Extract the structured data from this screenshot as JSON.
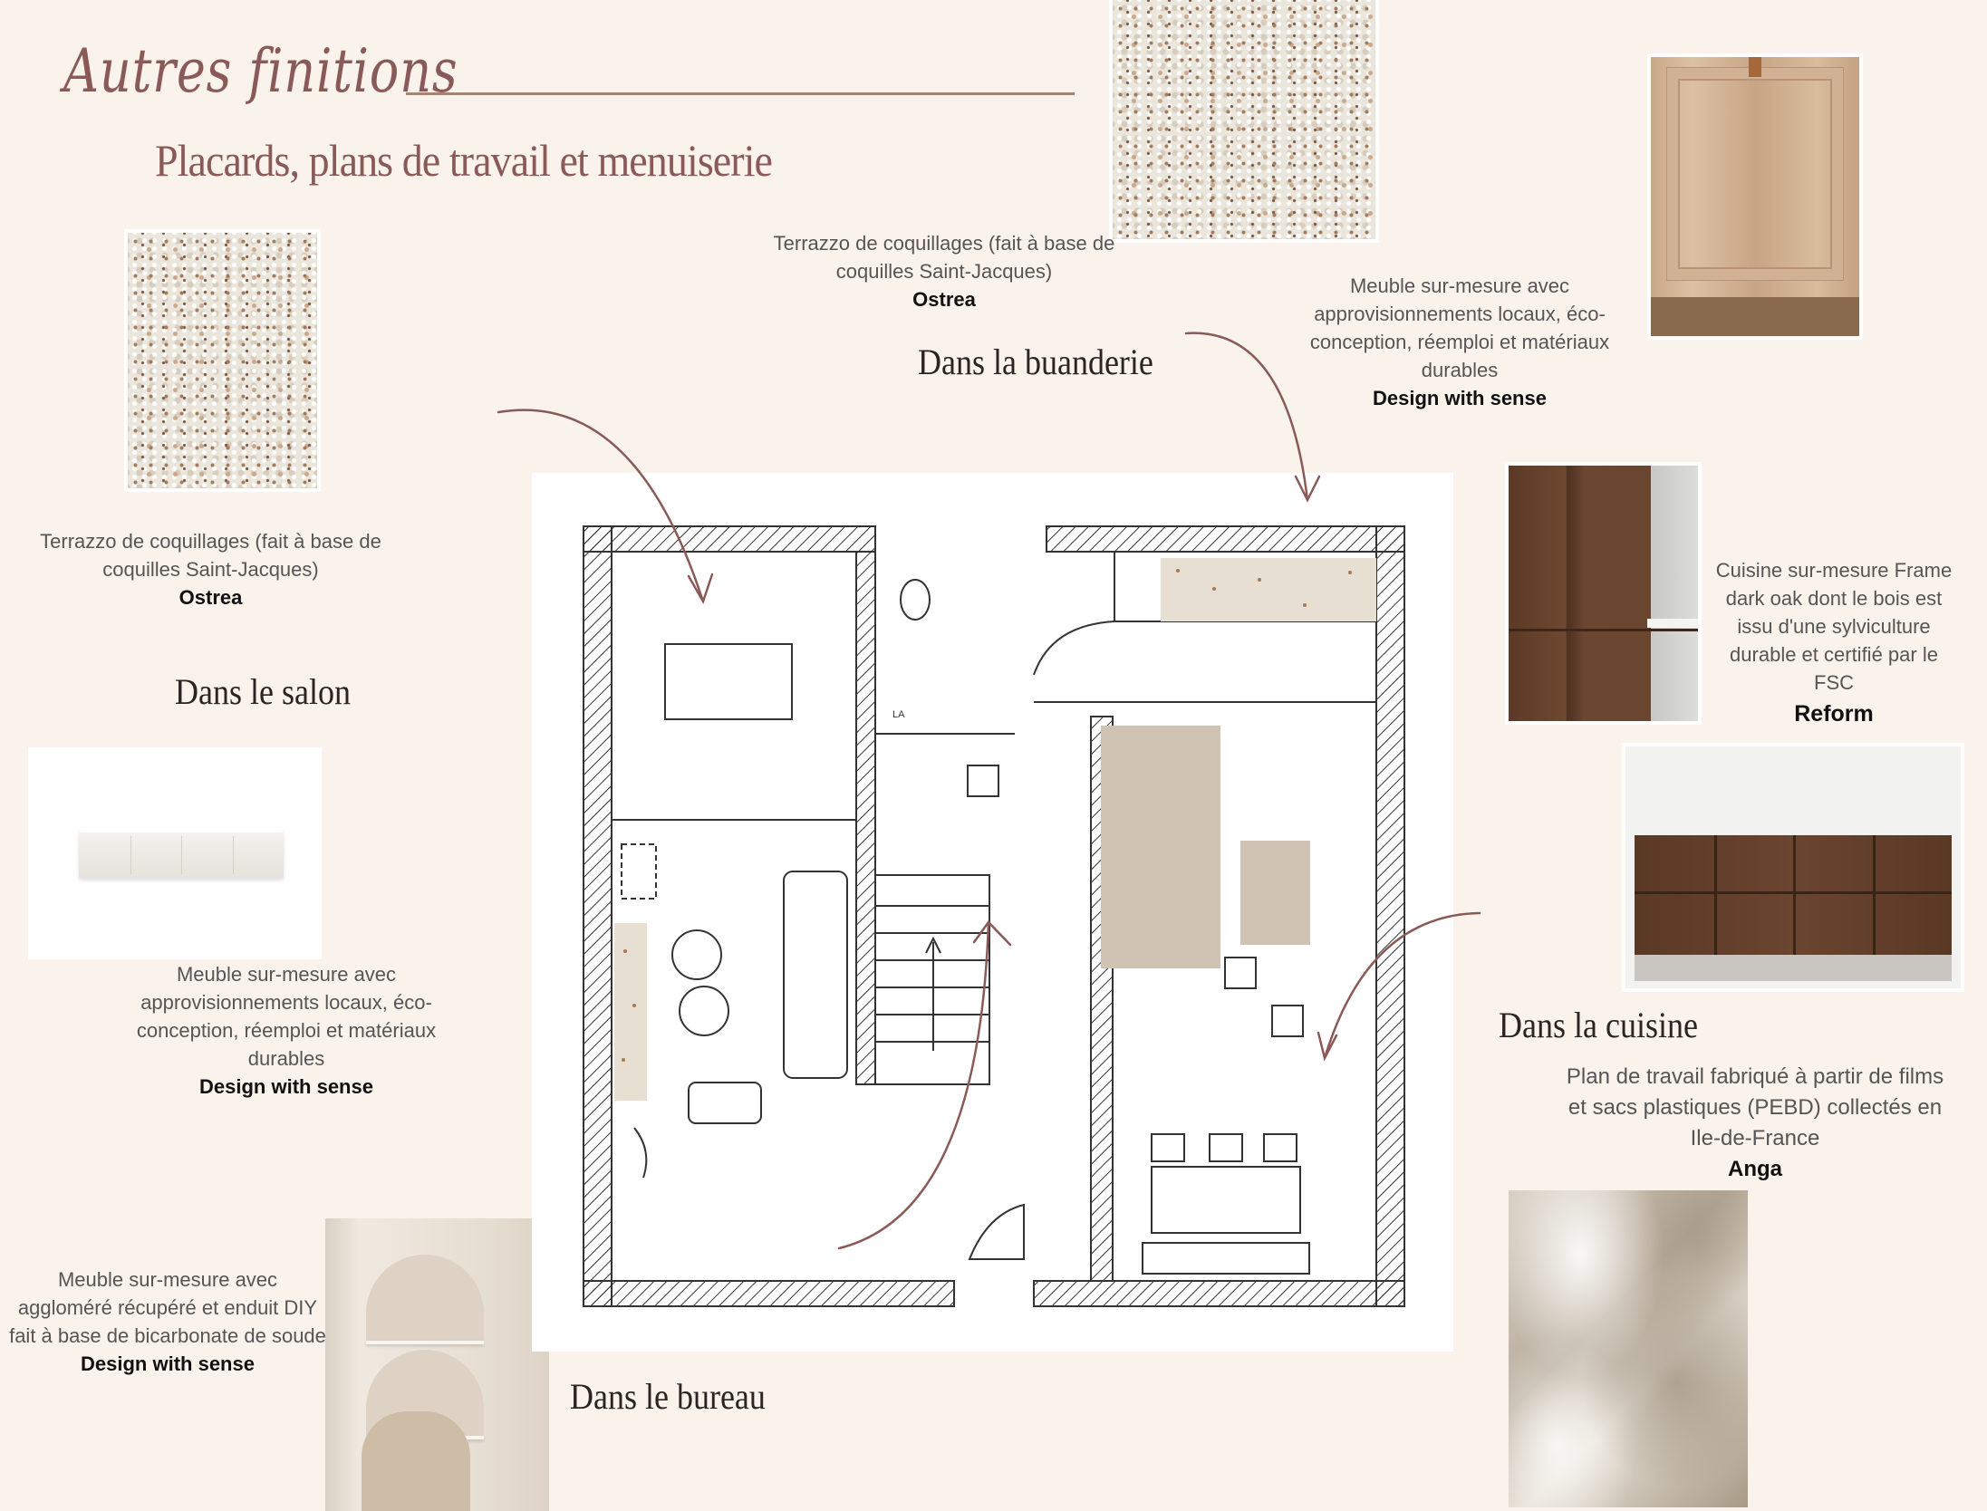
{
  "header": {
    "script_title": "Autres finitions",
    "subtitle": "Placards, plans de travail et menuiserie"
  },
  "rooms": {
    "salon": "Dans le salon",
    "buanderie": "Dans la buanderie",
    "cuisine": "Dans la cuisine",
    "bureau": "Dans le bureau"
  },
  "items": [
    {
      "id": "terrazzo-salon",
      "text": "Terrazzo de coquillages (fait à base de coquilles Saint-Jacques)",
      "brand": "Ostrea"
    },
    {
      "id": "meuble-salon",
      "text": "Meuble sur-mesure avec approvisionnements locaux, éco-conception, réemploi et matériaux durables",
      "brand": "Design with sense"
    },
    {
      "id": "meuble-bureau",
      "text": "Meuble sur-mesure avec aggloméré récupéré et enduit DIY fait à base de bicarbonate de soude",
      "brand": "Design with sense"
    },
    {
      "id": "terrazzo-buanderie",
      "text": "Terrazzo de coquillages (fait à base de coquilles Saint-Jacques)",
      "brand": "Ostrea"
    },
    {
      "id": "meuble-buanderie",
      "text": "Meuble sur-mesure avec approvisionnements locaux, éco-conception, réemploi et matériaux durables",
      "brand": "Design with sense"
    },
    {
      "id": "cuisine-reform",
      "text": "Cuisine sur-mesure Frame dark oak dont le bois est issu d'une sylviculture durable et certifié par le FSC",
      "brand": "Reform"
    },
    {
      "id": "plan-travail",
      "text": "Plan de travail fabriqué à partir de films et sacs plastiques (PEBD) collectés en Ile-de-France",
      "brand": "Anga"
    }
  ],
  "plan": {
    "wc_label": "LA"
  },
  "colors": {
    "background": "#faf3ec",
    "accent": "#8a5a58",
    "rule": "#a9826f"
  }
}
